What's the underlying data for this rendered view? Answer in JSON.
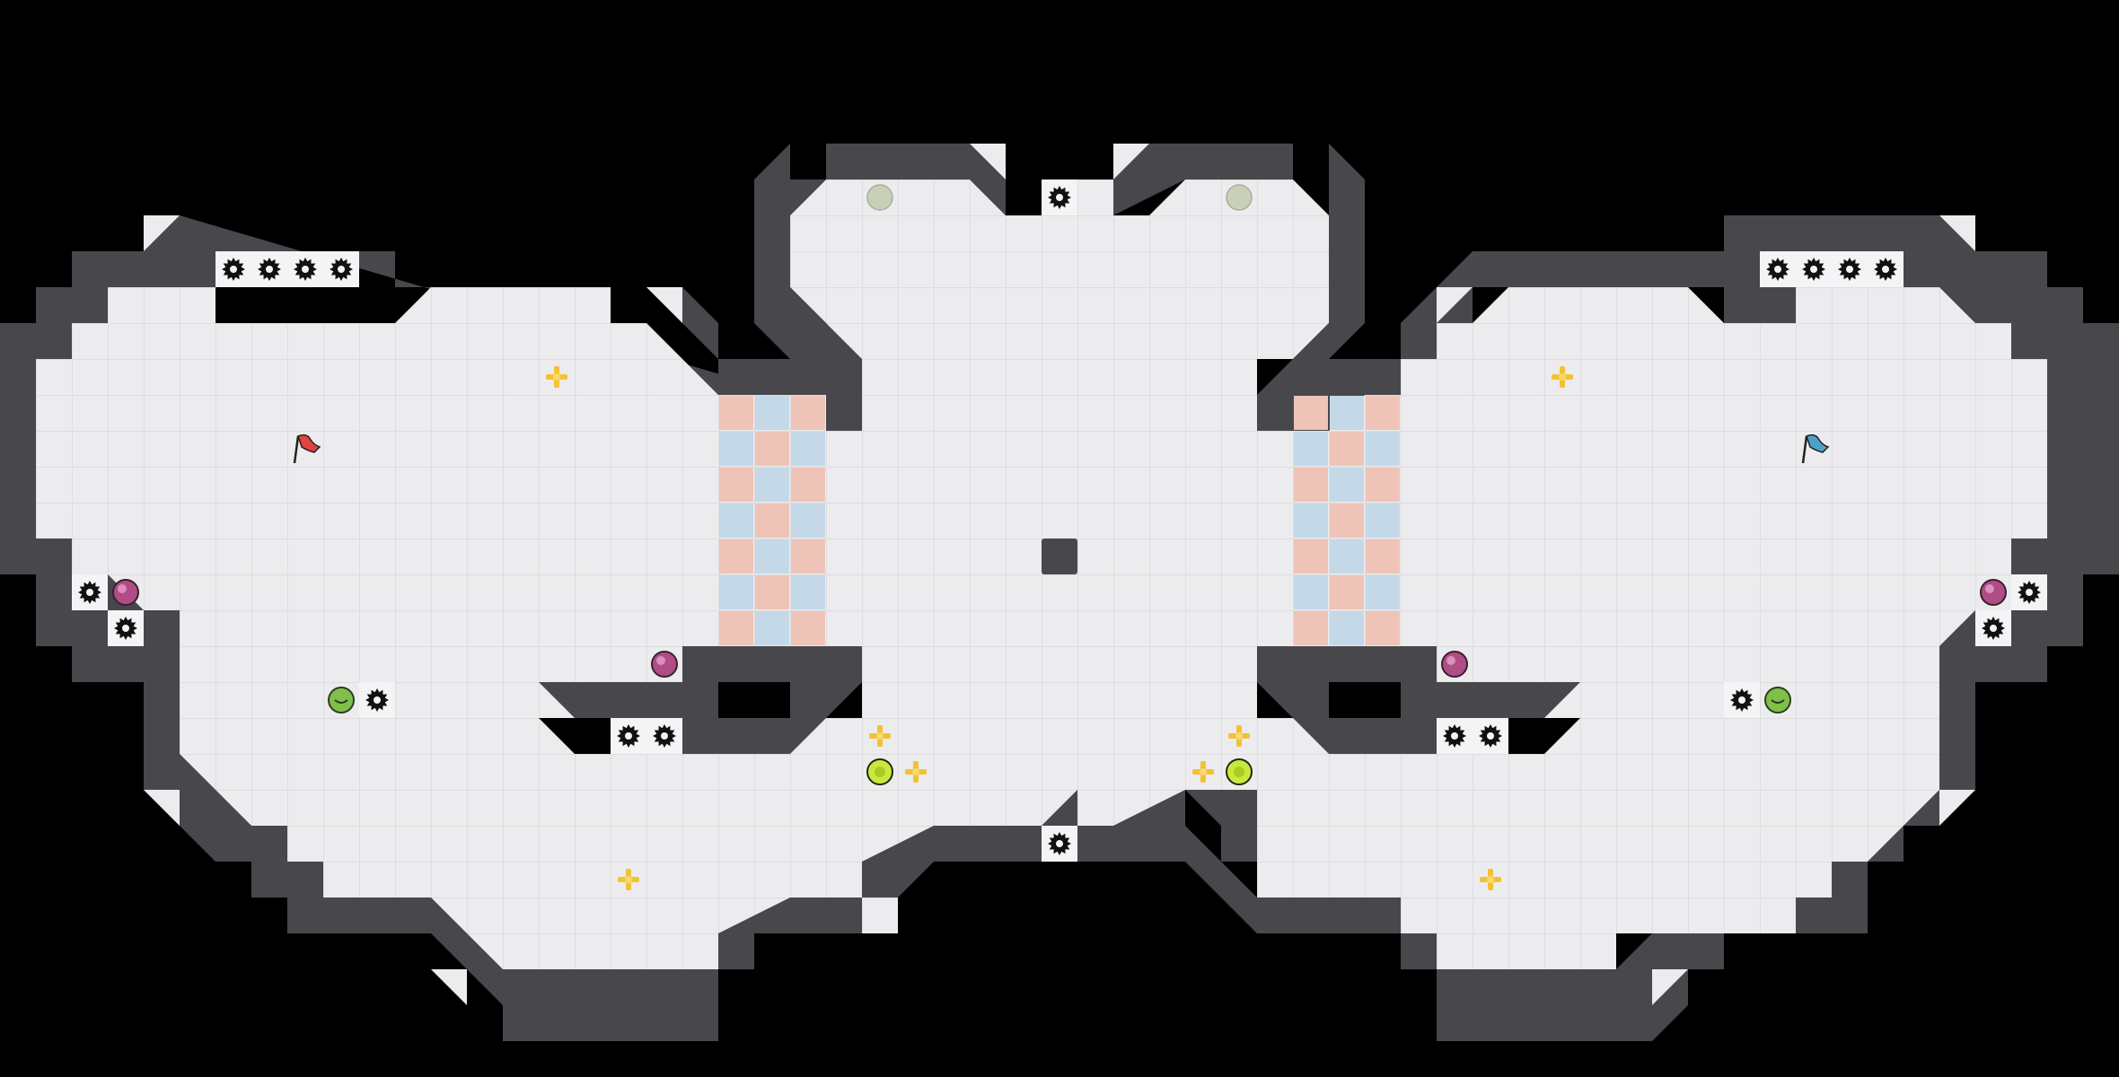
{
  "map": {
    "name": "",
    "columns": 59,
    "rows": 30,
    "colors": {
      "background": "#000000",
      "floor": "#ececee",
      "grid_line": "#d6d6da",
      "wall": "#48484c",
      "wall_edge": "#2e2e32",
      "team_red": "#efc4b8",
      "team_blue": "#c4d8e8",
      "boost": "#f3c232",
      "spike": "#111111",
      "powerup": "#b04c86",
      "bomb": "#7ec04a",
      "button": "#c8e840",
      "gate_off": "#c8d0b8"
    },
    "flags": [
      {
        "team": "red",
        "col": 8,
        "row": 12,
        "icon": "red-flag-icon"
      },
      {
        "team": "blue",
        "col": 50,
        "row": 12,
        "icon": "blue-flag-icon"
      }
    ],
    "boosts": [
      {
        "col": 15,
        "row": 10
      },
      {
        "col": 43,
        "row": 10
      },
      {
        "col": 24,
        "row": 20
      },
      {
        "col": 25,
        "row": 21
      },
      {
        "col": 34,
        "row": 20
      },
      {
        "col": 33,
        "row": 21
      },
      {
        "col": 17,
        "row": 24
      },
      {
        "col": 41,
        "row": 24
      }
    ],
    "spikes": [
      {
        "col": 6,
        "row": 7
      },
      {
        "col": 7,
        "row": 7
      },
      {
        "col": 8,
        "row": 7
      },
      {
        "col": 9,
        "row": 7
      },
      {
        "col": 49,
        "row": 7
      },
      {
        "col": 50,
        "row": 7
      },
      {
        "col": 51,
        "row": 7
      },
      {
        "col": 52,
        "row": 7
      },
      {
        "col": 29,
        "row": 5
      },
      {
        "col": 29,
        "row": 23
      },
      {
        "col": 2,
        "row": 16
      },
      {
        "col": 3,
        "row": 17
      },
      {
        "col": 56,
        "row": 16
      },
      {
        "col": 55,
        "row": 17
      },
      {
        "col": 10,
        "row": 19
      },
      {
        "col": 48,
        "row": 19
      },
      {
        "col": 17,
        "row": 20
      },
      {
        "col": 18,
        "row": 20
      },
      {
        "col": 40,
        "row": 20
      },
      {
        "col": 41,
        "row": 20
      }
    ],
    "powerups": [
      {
        "col": 3,
        "row": 16
      },
      {
        "col": 55,
        "row": 16
      },
      {
        "col": 18,
        "row": 18
      },
      {
        "col": 40,
        "row": 18
      }
    ],
    "bombs": [
      {
        "col": 9,
        "row": 19
      },
      {
        "col": 49,
        "row": 19
      }
    ],
    "buttons": [
      {
        "col": 24,
        "row": 21
      },
      {
        "col": 34,
        "row": 21
      }
    ],
    "gates_off": [
      {
        "col": 24,
        "row": 5
      },
      {
        "col": 34,
        "row": 5
      }
    ]
  }
}
